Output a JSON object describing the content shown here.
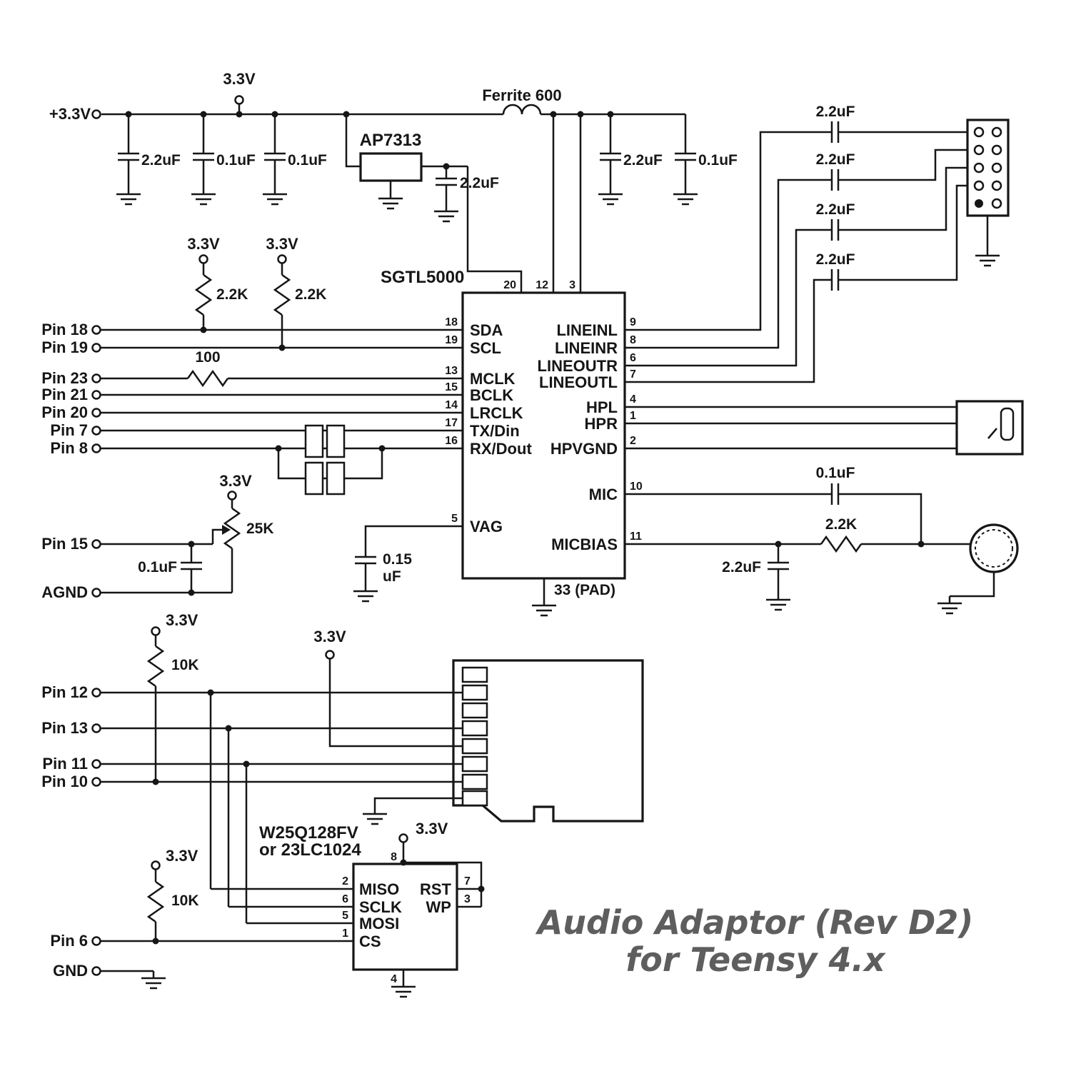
{
  "colors": {
    "ink": "#161616",
    "title_text": "#5e5e5e",
    "background": "#ffffff"
  },
  "title": {
    "line1": "Audio Adaptor (Rev D2)",
    "line2": "for Teensy 4.x"
  },
  "power": {
    "input": "+3.3V",
    "rail_label": "3.3V",
    "caps_in": [
      "2.2uF",
      "0.1uF",
      "0.1uF"
    ],
    "regulator": "AP7313",
    "reg_cap": "2.2uF",
    "ferrite": "Ferrite 600",
    "caps_out": [
      "2.2uF",
      "0.1uF"
    ]
  },
  "line_caps": [
    "2.2uF",
    "2.2uF",
    "2.2uF",
    "2.2uF"
  ],
  "i2c": {
    "v_a": "3.3V",
    "v_b": "3.3V",
    "r_a": "2.2K",
    "r_b": "2.2K",
    "mclk_r": "100"
  },
  "pins": {
    "p18": "Pin 18",
    "p19": "Pin 19",
    "p23": "Pin 23",
    "p21": "Pin 21",
    "p20": "Pin 20",
    "p7": "Pin 7",
    "p8": "Pin 8",
    "p15": "Pin 15",
    "agnd": "AGND",
    "p12": "Pin 12",
    "p13": "Pin 13",
    "p11": "Pin 11",
    "p10": "Pin 10",
    "p6": "Pin 6",
    "gnd": "GND"
  },
  "sgtl": {
    "name": "SGTL5000",
    "left": [
      [
        "18",
        "SDA"
      ],
      [
        "19",
        "SCL"
      ],
      [
        "13",
        "MCLK"
      ],
      [
        "15",
        "BCLK"
      ],
      [
        "14",
        "LRCLK"
      ],
      [
        "17",
        "TX/Din"
      ],
      [
        "16",
        "RX/Dout"
      ],
      [
        "5",
        "VAG"
      ]
    ],
    "right": [
      [
        "9",
        "LINEINL"
      ],
      [
        "8",
        "LINEINR"
      ],
      [
        "6",
        "LINEOUTR"
      ],
      [
        "7",
        "LINEOUTL"
      ],
      [
        "4",
        "HPL"
      ],
      [
        "1",
        "HPR"
      ],
      [
        "2",
        "HPVGND"
      ],
      [
        "10",
        "MIC"
      ],
      [
        "11",
        "MICBIAS"
      ]
    ],
    "top": [
      "20",
      "12",
      "3"
    ],
    "pad": "33 (PAD)"
  },
  "vag_cap": {
    "value": "0.15",
    "unit": "uF"
  },
  "pot": {
    "v": "3.3V",
    "value": "25K",
    "cap": "0.1uF"
  },
  "mic": {
    "cap": "0.1uF",
    "res": "2.2K",
    "bias_cap": "2.2uF"
  },
  "sd": {
    "pullup_v": "3.3V",
    "pullup_r": "10K",
    "supply_v": "3.3V"
  },
  "flash": {
    "name1": "W25Q128FV",
    "name2": "or 23LC1024",
    "top_v": "3.3V",
    "pullup_v": "3.3V",
    "pullup_r": "10K",
    "left": [
      [
        "2",
        "MISO"
      ],
      [
        "6",
        "SCLK"
      ],
      [
        "5",
        "MOSI"
      ],
      [
        "1",
        "CS"
      ]
    ],
    "right": [
      [
        "7",
        "RST"
      ],
      [
        "3",
        "WP"
      ]
    ],
    "top_pin": "8",
    "bottom_pin": "4"
  }
}
